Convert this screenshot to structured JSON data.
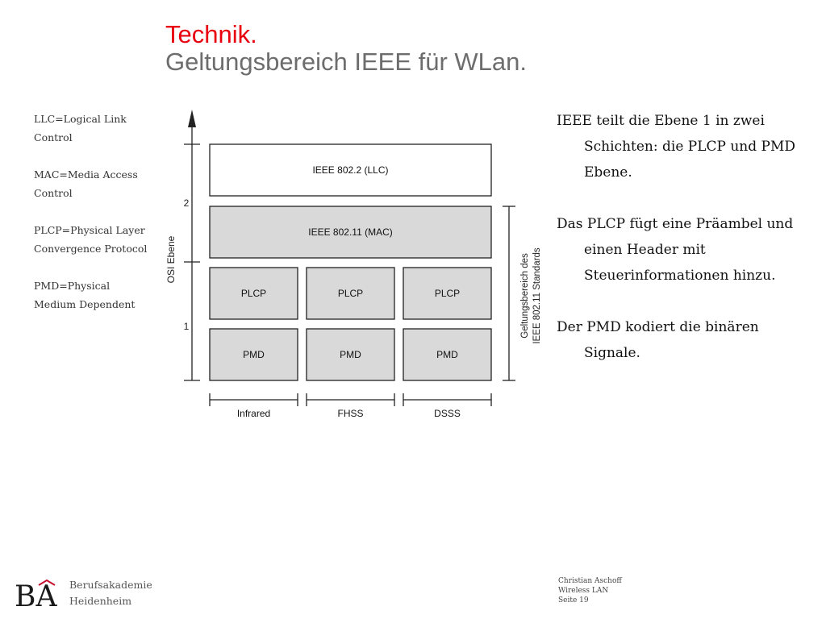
{
  "title": {
    "line1": "Technik.",
    "line2": "Geltungsbereich IEEE für WLan."
  },
  "legend": [
    "LLC=Logical Link Control",
    "MAC=Media Access Control",
    "PLCP=Physical Layer Convergence Protocol",
    "PMD=Physical Medium Dependent"
  ],
  "diagram": {
    "llc_box": "IEEE 802.2 (LLC)",
    "mac_box": "IEEE 802.11 (MAC)",
    "plcp_boxes": [
      "PLCP",
      "PLCP",
      "PLCP"
    ],
    "pmd_boxes": [
      "PMD",
      "PMD",
      "PMD"
    ],
    "columns": [
      "Infrared",
      "FHSS",
      "DSSS"
    ],
    "axis_label": "OSI Ebene",
    "layer_2": "2",
    "layer_1": "1",
    "scope_label_line1": "Geltungsbereich des",
    "scope_label_line2": "IEEE 802.11 Standards",
    "colors": {
      "shaded": "#d9d9d9",
      "white": "#ffffff",
      "stroke": "#222222"
    }
  },
  "notes": [
    "IEEE teilt die Ebene 1 in zwei Schichten: die PLCP und PMD Ebene.",
    "Das PLCP fügt eine Präambel und einen Header mit Steuerinformationen hinzu.",
    "Der PMD kodiert die binären Signale."
  ],
  "school": {
    "line1": "Berufsakademie",
    "line2": "Heidenheim"
  },
  "logo_text": "BA",
  "footer": {
    "author": "Christian Aschoff",
    "topic": "Wireless LAN",
    "page": "Seite 19"
  }
}
